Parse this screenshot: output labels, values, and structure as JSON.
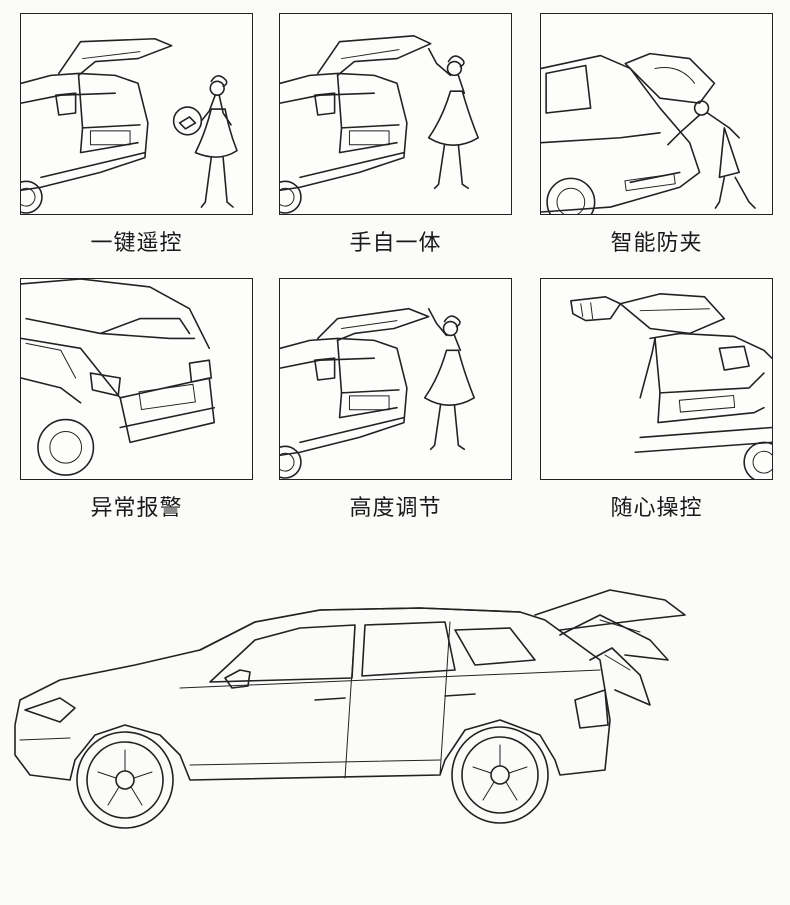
{
  "features": [
    {
      "label": "一键遥控",
      "icon": "remote-key-icon"
    },
    {
      "label": "手自一体",
      "icon": "hand-open-icon"
    },
    {
      "label": "智能防夹",
      "icon": "anti-pinch-icon"
    },
    {
      "label": "异常报警",
      "icon": "alarm-icon"
    },
    {
      "label": "高度调节",
      "icon": "height-adjust-icon"
    },
    {
      "label": "随心操控",
      "icon": "free-control-icon"
    }
  ],
  "colors": {
    "line": "#222222",
    "background": "#fbfbf9"
  }
}
